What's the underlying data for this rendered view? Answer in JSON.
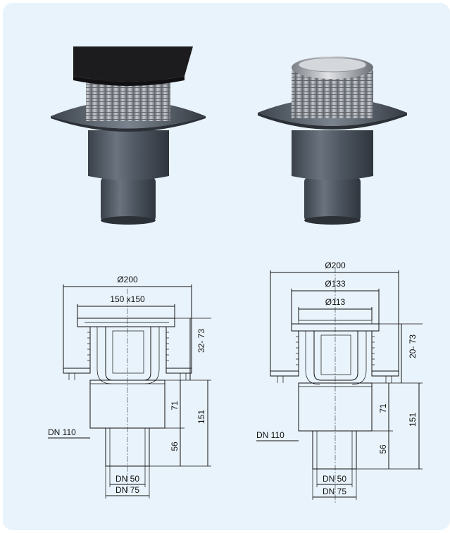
{
  "left_drawing": {
    "dia_outer": "Ø200",
    "grate_size": "150 x150",
    "height_adjust": "32- 73",
    "upper_height": "71",
    "lower_height": "56",
    "total_height": "151",
    "pipe_outer": "DN 110",
    "pipe_inner_small": "DN 50",
    "pipe_inner_large": "DN 75"
  },
  "right_drawing": {
    "dia_outer": "Ø200",
    "dia_mid": "Ø133",
    "dia_inner": "Ø113",
    "height_adjust": "20- 73",
    "upper_height": "71",
    "lower_height": "56",
    "total_height": "151",
    "pipe_outer": "DN 110",
    "pipe_inner_small": "DN 50",
    "pipe_inner_large": "DN 75"
  },
  "colors": {
    "panel_bg": "#e9f3fb",
    "body_dark": "#4d5560",
    "grate_black": "#1c1c1e",
    "thread_gray": "#a6a9ae"
  }
}
